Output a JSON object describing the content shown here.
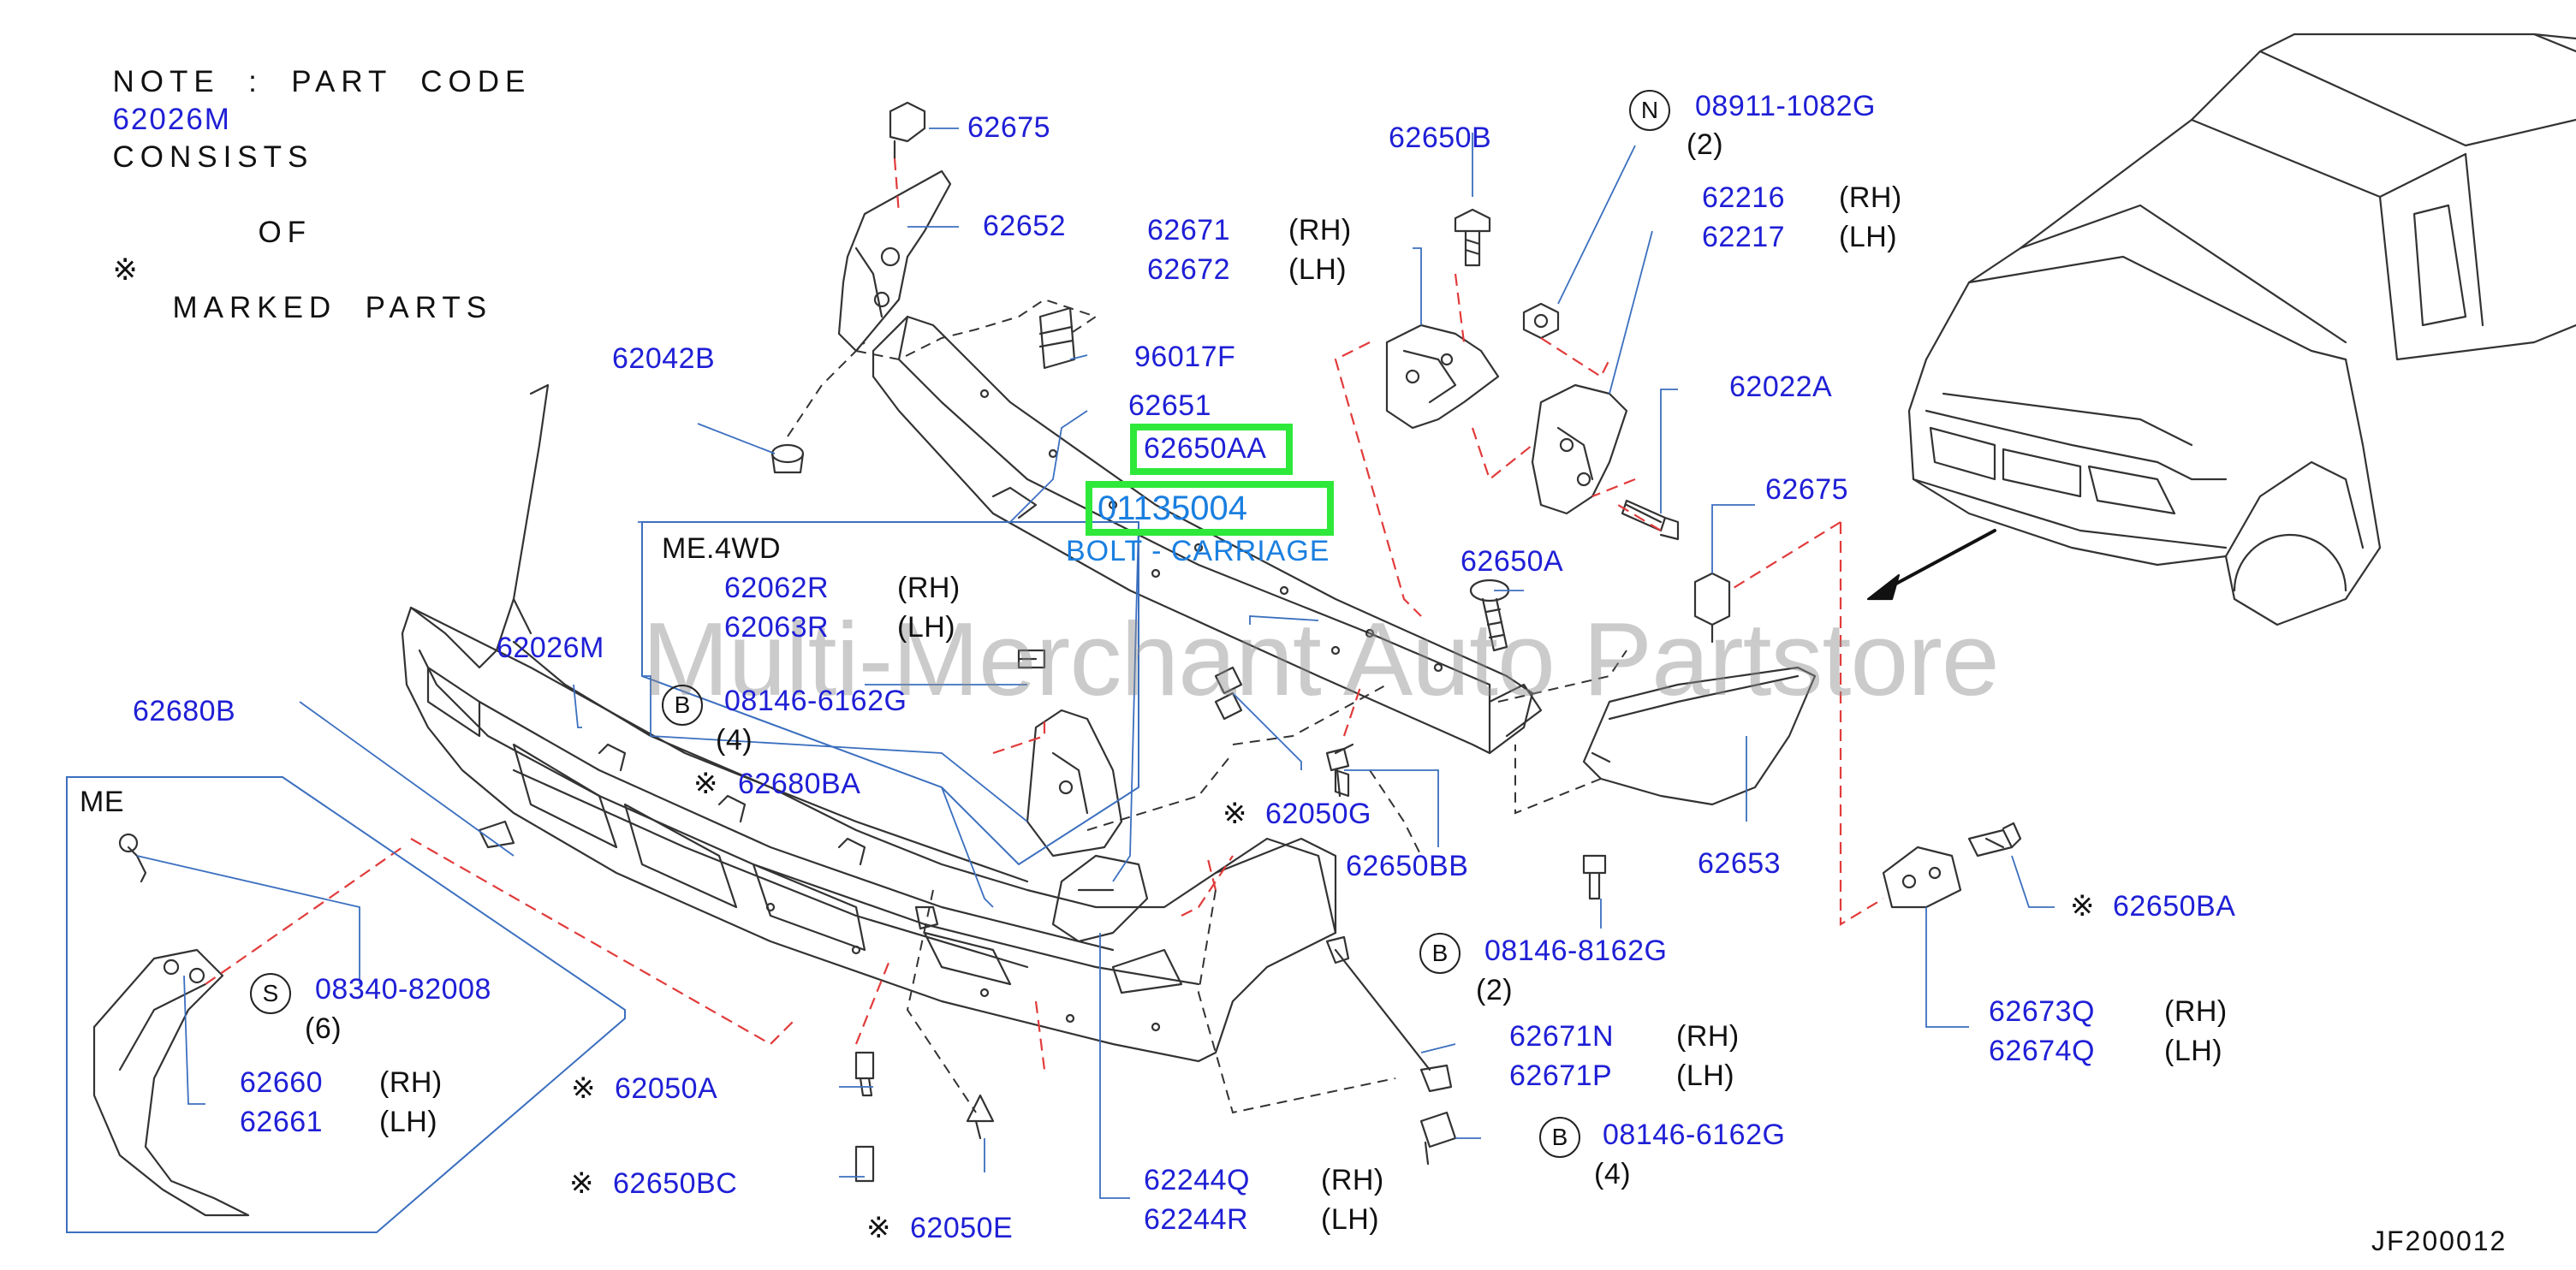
{
  "note": {
    "line1_prefix": "NOTE  :  PART  CODE",
    "line1_code": "62026M",
    "line1_suffix": "CONSISTS",
    "line2_prefix": "OF",
    "mark": "※",
    "line2_suffix": "MARKED  PARTS"
  },
  "watermark": "Multi-Merchant Auto Partstore",
  "diagram_code": "JF200012",
  "highlight": {
    "part": "62650AA",
    "number": "01135004",
    "desc": "BOLT - CARRIAGE"
  },
  "labels": {
    "p62675_top": "62675",
    "p62652": "62652",
    "p62042B": "62042B",
    "p96017F": "96017F",
    "p62651": "62651",
    "p62671": "62671",
    "p62672": "62672",
    "rh": "(RH)",
    "lh": "(LH)",
    "p62650B": "62650B",
    "p08911": "08911-1082G",
    "qty2": "(2)",
    "qty4": "(4)",
    "qty6": "(6)",
    "p62216": "62216",
    "p62217": "62217",
    "p62022A": "62022A",
    "p62675_right": "62675",
    "p62650A": "62650A",
    "me4wd": "ME.4WD",
    "p62062R": "62062R",
    "p62063R": "62063R",
    "p08146_6162G": "08146-6162G",
    "p62026M": "62026M",
    "p62680B": "62680B",
    "p62680BA": "62680BA",
    "p62050G": "62050G",
    "p62650BB": "62650BB",
    "p62653": "62653",
    "me": "ME",
    "p08340": "08340-82008",
    "p62660": "62660",
    "p62661": "62661",
    "p08146_8162G": "08146-8162G",
    "p62650BA": "62650BA",
    "p62673Q": "62673Q",
    "p62674Q": "62674Q",
    "p62671N": "62671N",
    "p62671P": "62671P",
    "p62050A": "62050A",
    "p62650BC": "62650BC",
    "p62050E": "62050E",
    "p62244Q": "62244Q",
    "p62244R": "62244R",
    "p08146_6162G_b": "08146-6162G",
    "circle_n": "N",
    "circle_b": "B",
    "circle_s": "S"
  }
}
